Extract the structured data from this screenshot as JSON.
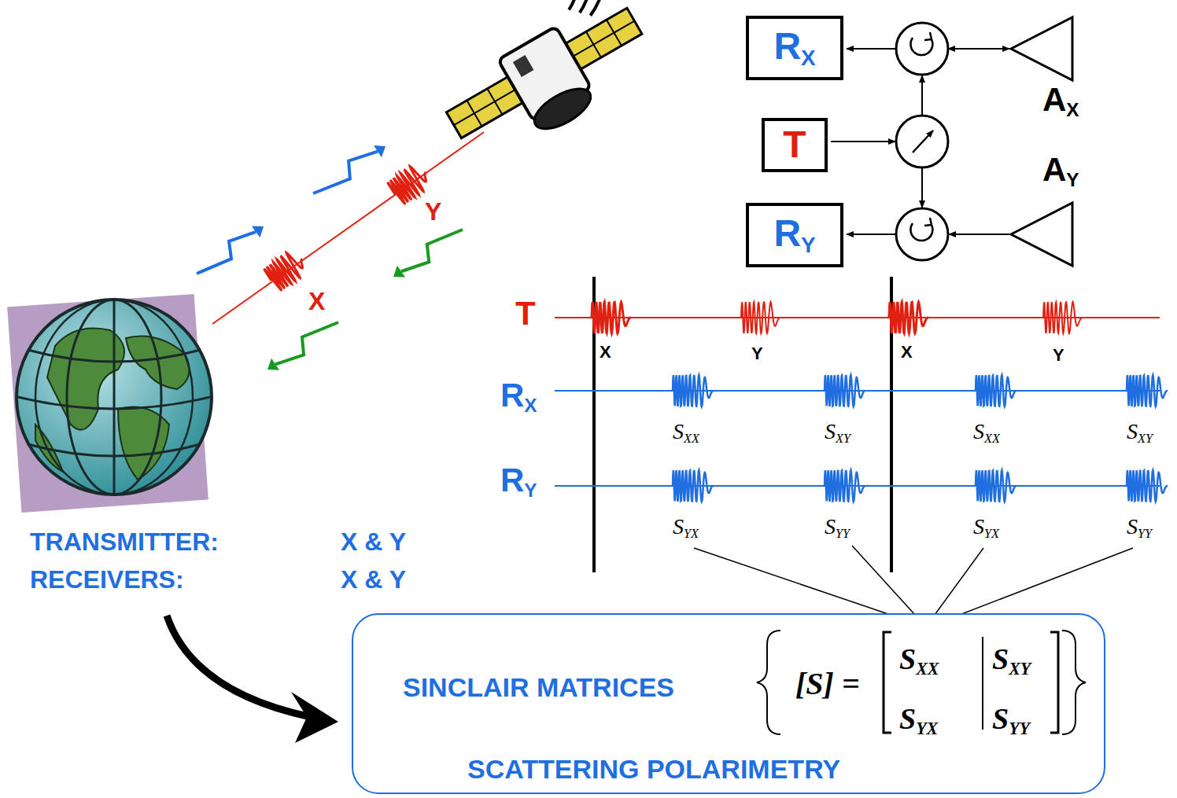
{
  "diagram": {
    "nodes": [
      {
        "text": [
          "RX"
        ]
      },
      {
        "text": [
          "T"
        ]
      },
      {
        "text": [
          "RY"
        ]
      },
      {
        "text": [
          "SINCLAIR MATRICES",
          "[S] =",
          "SXX",
          "SXY",
          "SYX",
          "SYY",
          "SCATTERING POLARIMETRY"
        ]
      }
    ],
    "labels": [
      "AX",
      "AY",
      "T",
      "RX",
      "RY",
      "X",
      "Y",
      "X",
      "Y",
      "SXX",
      "SXY",
      "SXX",
      "SXY",
      "SYX",
      "SYY",
      "SYX",
      "SYY",
      "X",
      "Y",
      "TRANSMITTER:",
      "X & Y",
      "RECEIVERS:",
      "X & Y"
    ]
  }
}
